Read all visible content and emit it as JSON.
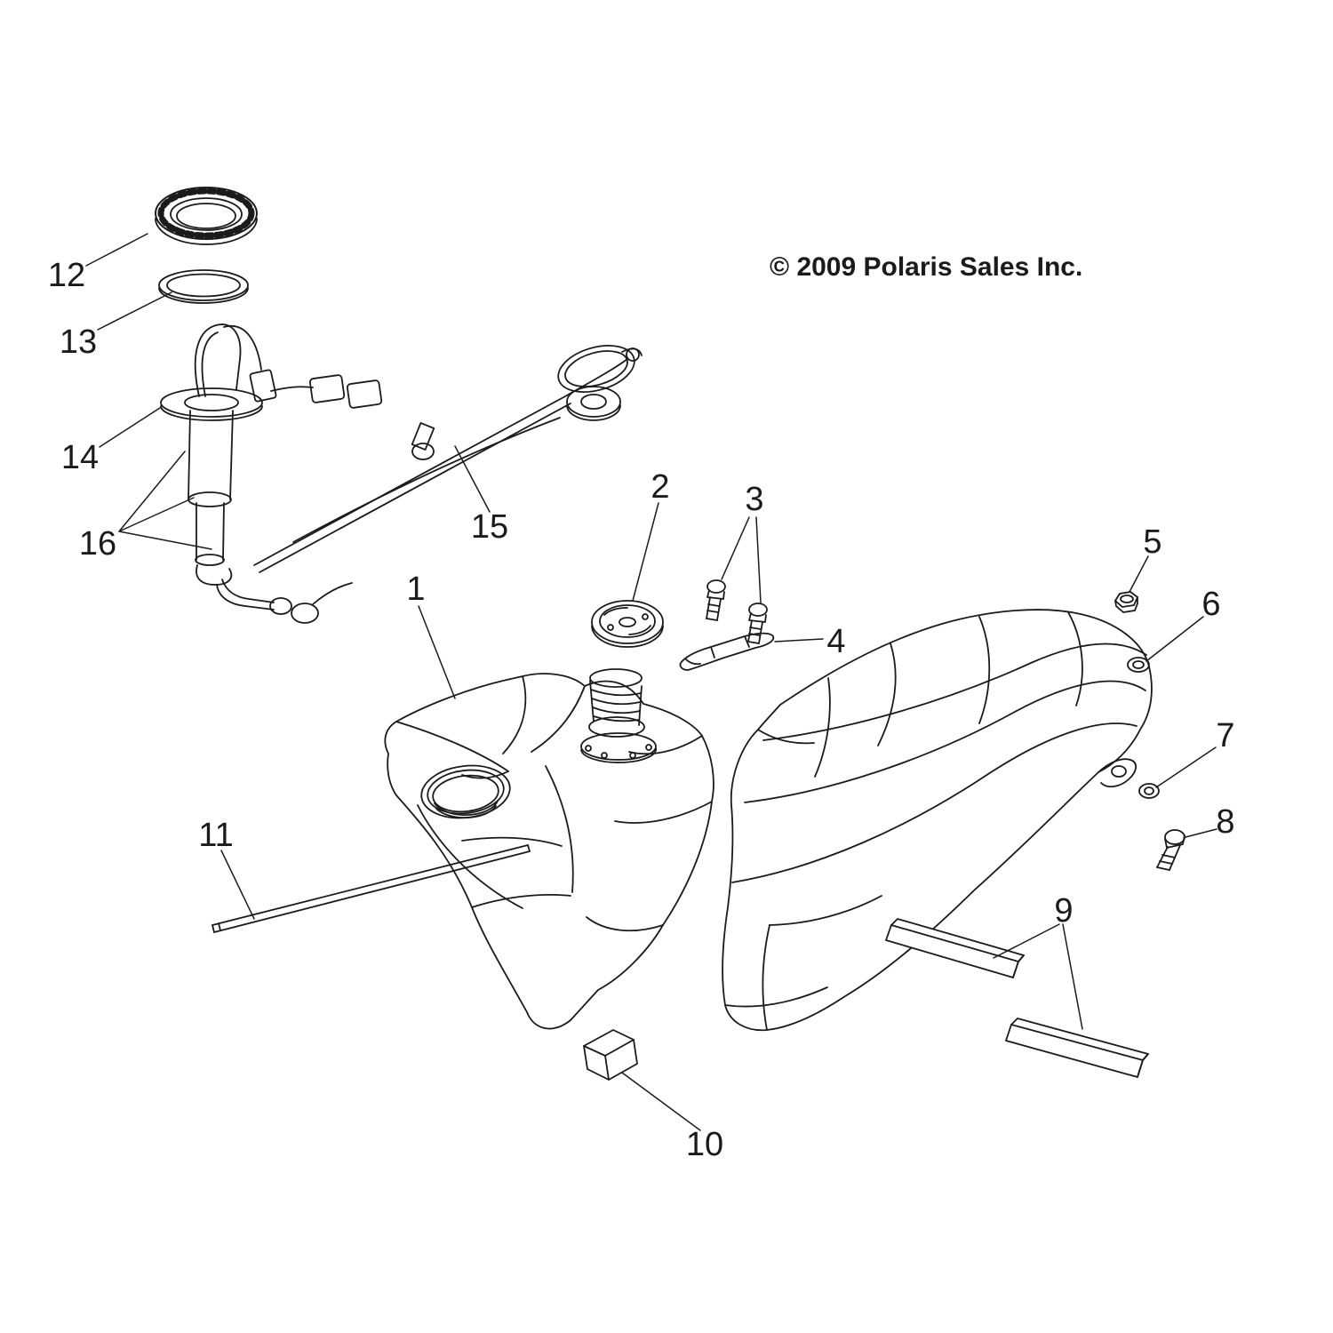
{
  "ink": "#1b1b1b",
  "copyright": "© 2009 Polaris Sales Inc.",
  "callouts": [
    "1",
    "2",
    "3",
    "4",
    "5",
    "6",
    "7",
    "8",
    "9",
    "10",
    "11",
    "12",
    "13",
    "14",
    "15",
    "16"
  ]
}
